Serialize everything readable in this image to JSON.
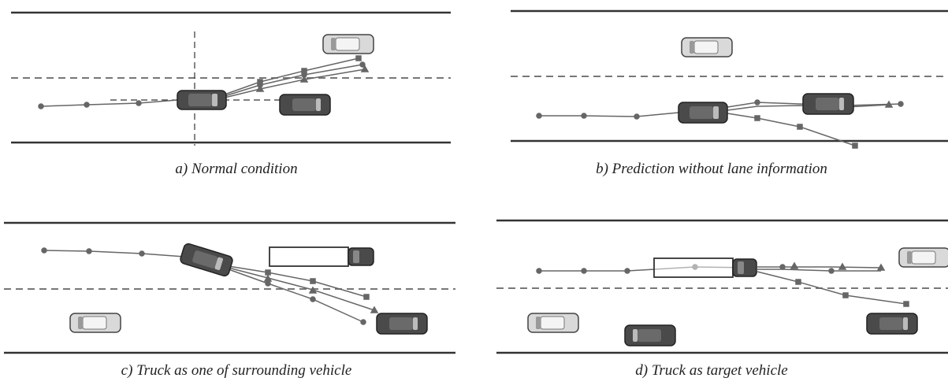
{
  "panels": [
    {
      "id": "a",
      "caption": "a) Normal condition"
    },
    {
      "id": "b",
      "caption": "b) Prediction without lane information"
    },
    {
      "id": "c",
      "caption": "c) Truck as one of surrounding vehicle"
    },
    {
      "id": "d",
      "caption": "d) Truck as target vehicle"
    }
  ],
  "colors": {
    "road_line": "#333333",
    "lane_dash": "#777777",
    "trajectory": "#666666",
    "car_light": "#d9d9d9",
    "car_dark": "#4a4a4a"
  }
}
